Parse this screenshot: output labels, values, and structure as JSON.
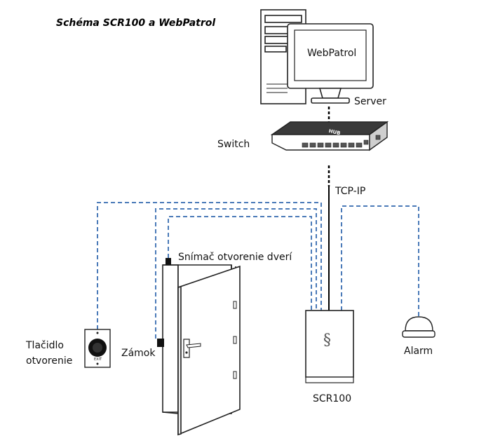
{
  "title": "Schéma SCR100 a WebPatrol",
  "labels": {
    "monitor_screen": "WebPatrol",
    "server": "Server",
    "switch": "Switch",
    "hub_device_text": "HUB",
    "tcp_ip": "TCP-IP",
    "door_sensor": "Snímač otvorenie dverí",
    "exit_button_line1": "Tlačidlo",
    "exit_button_line2": "otvorenie",
    "exit_button_plate": "EXIT",
    "lock": "Zámok",
    "reader": "SCR100",
    "alarm": "Alarm"
  },
  "colors": {
    "dashed_wire": "#4a7ab8",
    "solid_link": "#000000",
    "outline": "#222222"
  },
  "icons": [
    "server-tower-icon",
    "monitor-icon",
    "hub-switch-icon",
    "door-icon",
    "exit-button-icon",
    "lock-icon",
    "door-sensor-icon",
    "card-reader-icon",
    "alarm-siren-icon"
  ]
}
